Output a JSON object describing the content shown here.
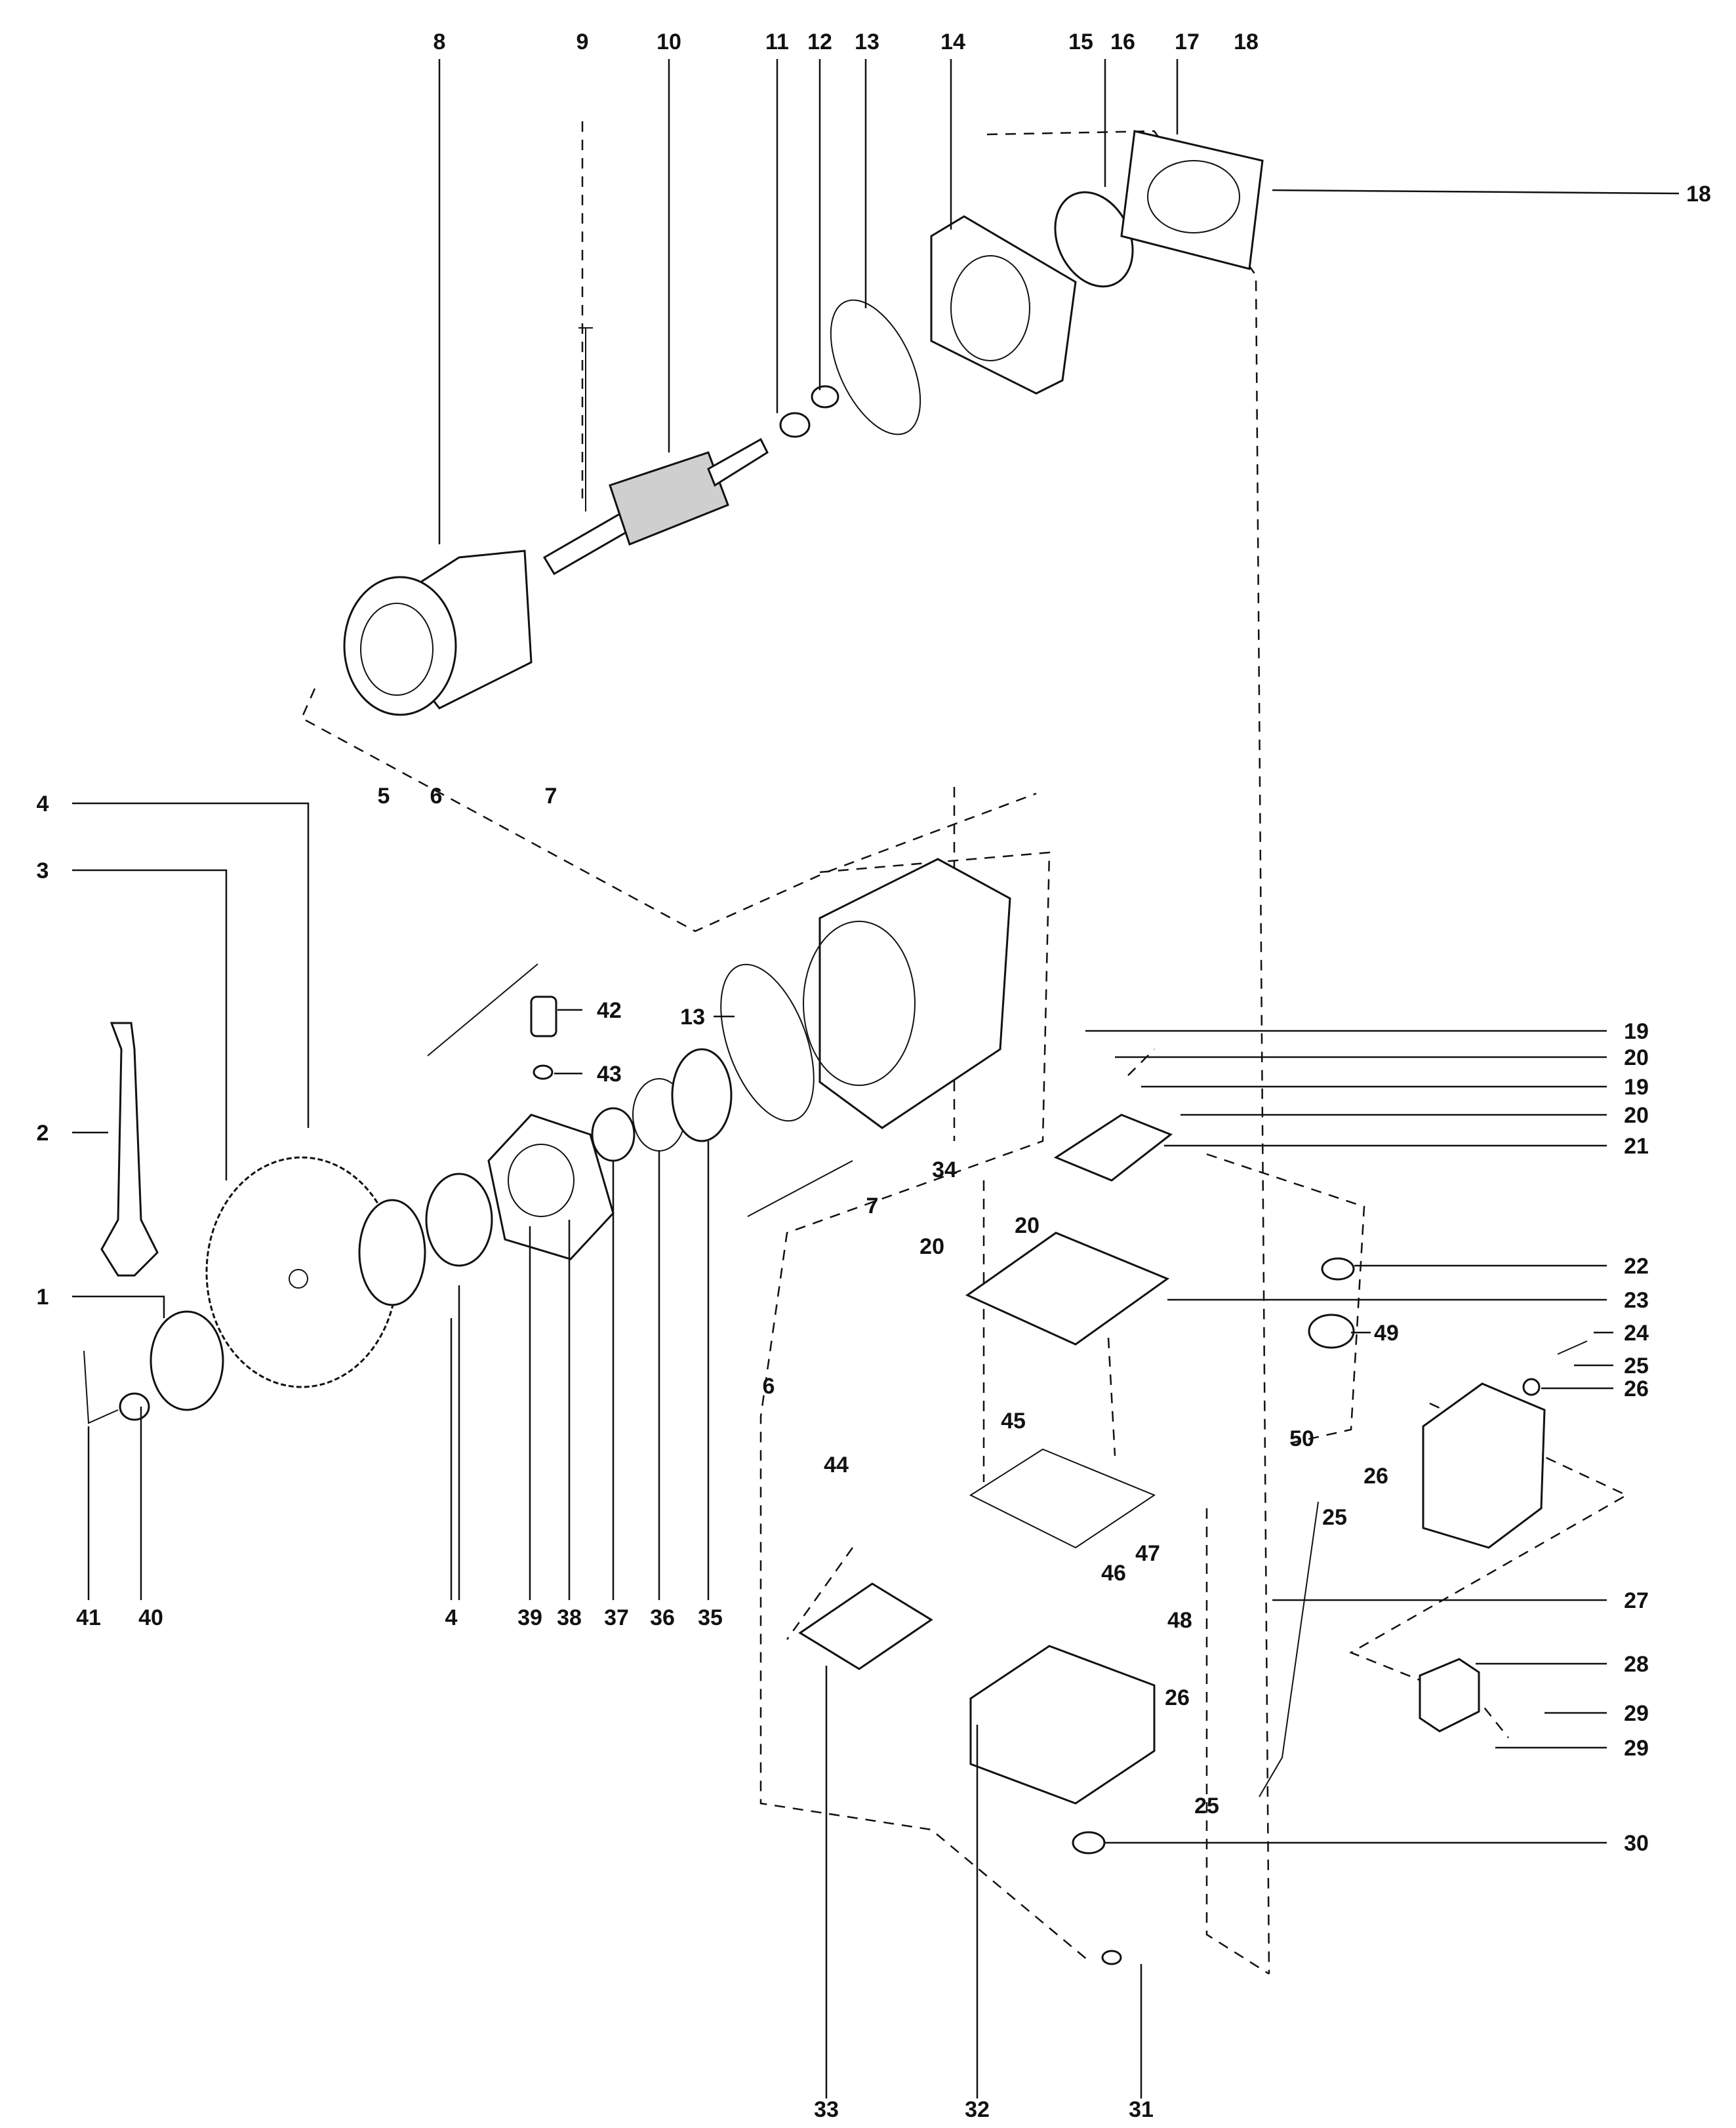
{
  "diagram": {
    "callouts": [
      {
        "id": "c8",
        "text": "8"
      },
      {
        "id": "c9",
        "text": "9"
      },
      {
        "id": "c10",
        "text": "10"
      },
      {
        "id": "c11",
        "text": "11"
      },
      {
        "id": "c12",
        "text": "12"
      },
      {
        "id": "c13a",
        "text": "13"
      },
      {
        "id": "c14",
        "text": "14"
      },
      {
        "id": "c15",
        "text": "15"
      },
      {
        "id": "c16",
        "text": "16"
      },
      {
        "id": "c17",
        "text": "17"
      },
      {
        "id": "c18a",
        "text": "18"
      },
      {
        "id": "c18b",
        "text": "18"
      },
      {
        "id": "c4a",
        "text": "4"
      },
      {
        "id": "c3",
        "text": "3"
      },
      {
        "id": "c5",
        "text": "5"
      },
      {
        "id": "c6a",
        "text": "6"
      },
      {
        "id": "c7a",
        "text": "7"
      },
      {
        "id": "c42",
        "text": "42"
      },
      {
        "id": "c43",
        "text": "43"
      },
      {
        "id": "c13b",
        "text": "13"
      },
      {
        "id": "c2",
        "text": "2"
      },
      {
        "id": "c1",
        "text": "1"
      },
      {
        "id": "c34",
        "text": "34"
      },
      {
        "id": "c7b",
        "text": "7"
      },
      {
        "id": "c6b",
        "text": "6"
      },
      {
        "id": "c19a",
        "text": "19"
      },
      {
        "id": "c20a",
        "text": "20"
      },
      {
        "id": "c19b",
        "text": "19"
      },
      {
        "id": "c20b",
        "text": "20"
      },
      {
        "id": "c21",
        "text": "21"
      },
      {
        "id": "c20c",
        "text": "20"
      },
      {
        "id": "c20d",
        "text": "20"
      },
      {
        "id": "c22",
        "text": "22"
      },
      {
        "id": "c23",
        "text": "23"
      },
      {
        "id": "c49",
        "text": "49"
      },
      {
        "id": "c24",
        "text": "24"
      },
      {
        "id": "c25a",
        "text": "25"
      },
      {
        "id": "c26a",
        "text": "26"
      },
      {
        "id": "c50",
        "text": "50"
      },
      {
        "id": "c45",
        "text": "45"
      },
      {
        "id": "c44",
        "text": "44"
      },
      {
        "id": "c26b",
        "text": "26"
      },
      {
        "id": "c25b",
        "text": "25"
      },
      {
        "id": "c41",
        "text": "41"
      },
      {
        "id": "c40",
        "text": "40"
      },
      {
        "id": "c4b",
        "text": "4"
      },
      {
        "id": "c39",
        "text": "39"
      },
      {
        "id": "c38",
        "text": "38"
      },
      {
        "id": "c37",
        "text": "37"
      },
      {
        "id": "c36",
        "text": "36"
      },
      {
        "id": "c35",
        "text": "35"
      },
      {
        "id": "c47",
        "text": "47"
      },
      {
        "id": "c46",
        "text": "46"
      },
      {
        "id": "c48",
        "text": "48"
      },
      {
        "id": "c27",
        "text": "27"
      },
      {
        "id": "c28",
        "text": "28"
      },
      {
        "id": "c29a",
        "text": "29"
      },
      {
        "id": "c29b",
        "text": "29"
      },
      {
        "id": "c26c",
        "text": "26"
      },
      {
        "id": "c25c",
        "text": "25"
      },
      {
        "id": "c30",
        "text": "30"
      },
      {
        "id": "c33",
        "text": "33"
      },
      {
        "id": "c32",
        "text": "32"
      },
      {
        "id": "c31",
        "text": "31"
      }
    ]
  }
}
